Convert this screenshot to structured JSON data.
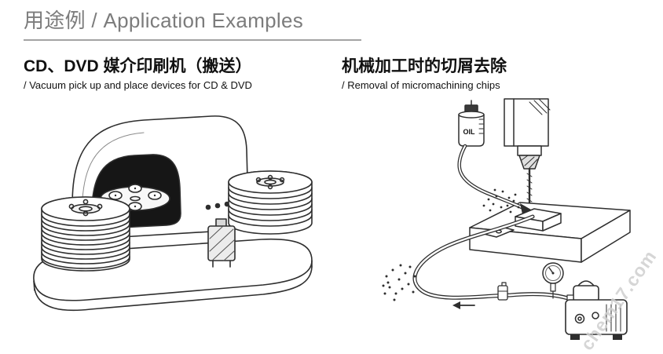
{
  "header": {
    "title": "用途例 / Application Examples"
  },
  "examples": {
    "left": {
      "title": "CD、DVD 媒介印刷机（搬送）",
      "subtitle": "/ Vacuum pick up and place devices for CD & DVD",
      "illustration": "vacuum-pick-and-place-machine-with-cd-stacks"
    },
    "right": {
      "title": "机械加工时的切屑去除",
      "subtitle": "/ Removal of micromachining chips",
      "illustration": "drill-chip-removal-with-vacuum-pump",
      "oil_label": "OIL"
    }
  },
  "watermark": {
    "text": "chem17.com"
  },
  "colors": {
    "header_text": "#7c7c7c",
    "divider": "#a3a3a3",
    "heading_text": "#111111",
    "line_art": "#2e2e2e",
    "watermark": "#cfcfcf"
  }
}
